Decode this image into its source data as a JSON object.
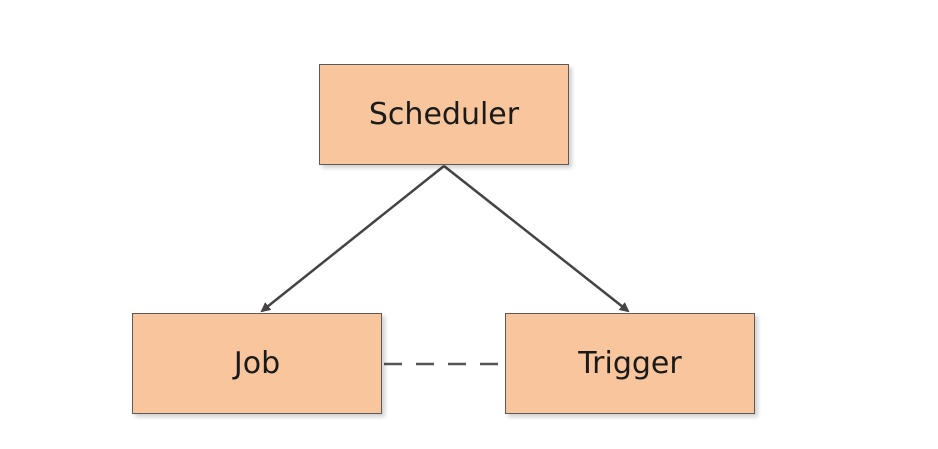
{
  "diagram": {
    "nodes": {
      "scheduler": {
        "label": "Scheduler"
      },
      "job": {
        "label": "Job"
      },
      "trigger": {
        "label": "Trigger"
      }
    },
    "edges": [
      {
        "from": "scheduler",
        "to": "job",
        "style": "solid-arrow"
      },
      {
        "from": "scheduler",
        "to": "trigger",
        "style": "solid-arrow"
      },
      {
        "from": "job",
        "to": "trigger",
        "style": "dashed-line"
      }
    ],
    "colors": {
      "node_fill": "#f8c59c",
      "node_border": "#5a5a5a",
      "edge": "#444444"
    }
  }
}
